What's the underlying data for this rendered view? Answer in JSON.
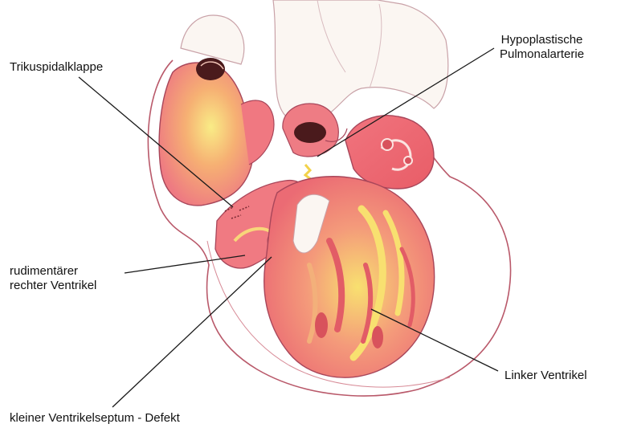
{
  "labels": {
    "trikuspidalklappe": "Trikuspidalklappe",
    "pulmonalarterie": {
      "line1": "Hypoplastische",
      "line2": "Pulmonalarterie"
    },
    "rechter_ventrikel": {
      "line1": "rudimentärer",
      "line2": "rechter Ventrikel"
    },
    "linker_ventrikel": "Linker Ventrikel",
    "septum_defekt": "kleiner Ventrikelseptum - Defekt"
  },
  "colors": {
    "outline": "#a8465a",
    "tissue_pink": "#f27f86",
    "tissue_red": "#e9656c",
    "tissue_yellow": "#f8e270",
    "vessel_white": "#fbf6f2",
    "dark_lumen": "#4a1a1c",
    "leader_line": "#1a1a1a"
  }
}
